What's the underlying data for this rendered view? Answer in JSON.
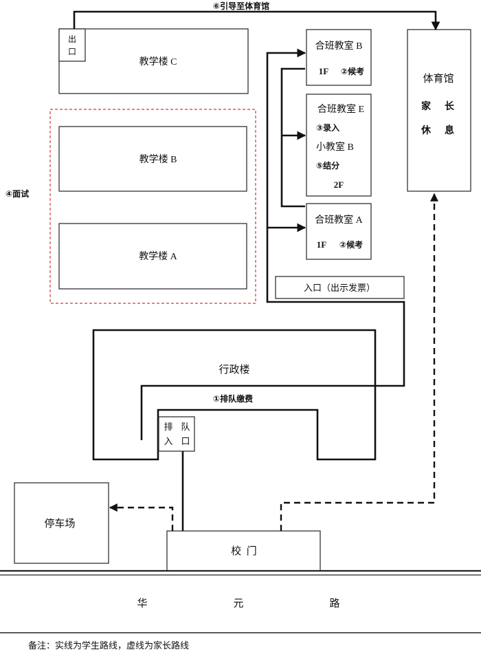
{
  "buildings": {
    "teaching_c": "教学楼 C",
    "teaching_b": "教学楼 B",
    "teaching_a": "教学楼 A",
    "exit_top": "出",
    "exit_bottom": "口",
    "gym_title": "体育馆",
    "gym_rest_1a": "家",
    "gym_rest_1b": "长",
    "gym_rest_2a": "休",
    "gym_rest_2b": "息",
    "admin": "行政楼",
    "queue_entry_1a": "排",
    "queue_entry_1b": "队",
    "queue_entry_2a": "入",
    "queue_entry_2b": "口",
    "parking": "停车场",
    "gate": "校  门",
    "entrance": "入口（出示发票）"
  },
  "rooms": {
    "room_b_title": "合班教室 B",
    "room_b_floor": "1F",
    "room_b_step": "②候考",
    "room_e_title": "合班教室 E",
    "room_e_step": "③录入",
    "small_room_b": "小教室 B",
    "room_e_step2": "⑤结分",
    "room_e_floor": "2F",
    "room_a_title": "合班教室 A",
    "room_a_floor": "1F",
    "room_a_step": "②候考"
  },
  "steps": {
    "interview": "④面试",
    "queue_pay": "①排队缴费",
    "to_gym": "⑥引导至体育馆"
  },
  "road": {
    "c1": "华",
    "c2": "元",
    "c3": "路"
  },
  "note": "备注：实线为学生路线，虚线为家长路线"
}
